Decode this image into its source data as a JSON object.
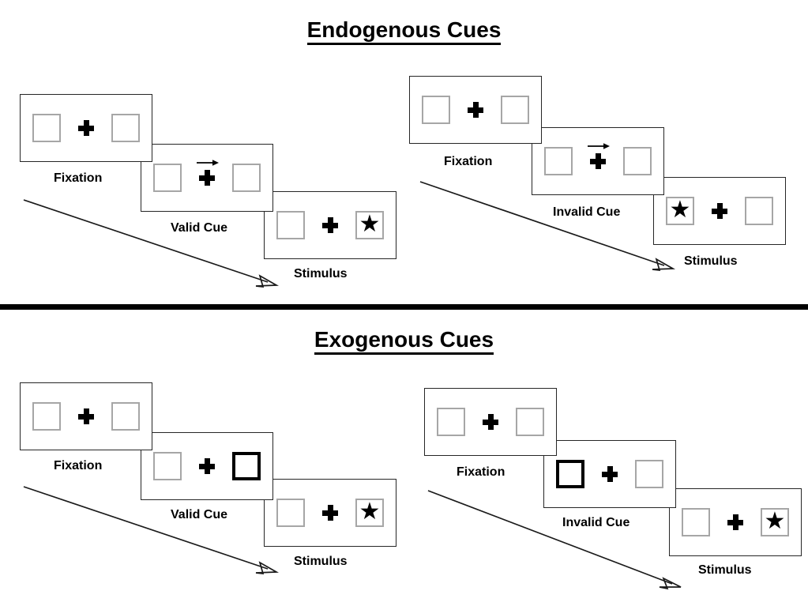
{
  "figure": {
    "title_endogenous": "Endogenous Cues",
    "title_exogenous": "Exogenous Cues",
    "colors": {
      "box_border": "#a6a6a6",
      "box_border_highlight": "#000000",
      "panel_border": "#262626",
      "ink": "#000000",
      "background": "#ffffff"
    }
  },
  "sections": [
    {
      "id": "endogenous",
      "title": "Endogenous Cues",
      "sequences": [
        {
          "id": "endogenous-valid",
          "cue_type": "Valid Cue",
          "panels": [
            {
              "label": "Fixation",
              "left_box": "empty",
              "right_box": "empty",
              "cue_arrow": "none",
              "highlight": "none"
            },
            {
              "label": "Valid Cue",
              "left_box": "empty",
              "right_box": "empty",
              "cue_arrow": "arrow-right",
              "highlight": "none"
            },
            {
              "label": "Stimulus",
              "left_box": "empty",
              "right_box": "star",
              "cue_arrow": "none",
              "highlight": "none"
            }
          ]
        },
        {
          "id": "endogenous-invalid",
          "cue_type": "Invalid Cue",
          "panels": [
            {
              "label": "Fixation",
              "left_box": "empty",
              "right_box": "empty",
              "cue_arrow": "none",
              "highlight": "none"
            },
            {
              "label": "Invalid Cue",
              "left_box": "empty",
              "right_box": "empty",
              "cue_arrow": "arrow-right",
              "highlight": "none"
            },
            {
              "label": "Stimulus",
              "left_box": "star",
              "right_box": "empty",
              "cue_arrow": "none",
              "highlight": "none"
            }
          ]
        }
      ]
    },
    {
      "id": "exogenous",
      "title": "Exogenous Cues",
      "sequences": [
        {
          "id": "exogenous-valid",
          "cue_type": "Valid Cue",
          "panels": [
            {
              "label": "Fixation",
              "left_box": "empty",
              "right_box": "empty",
              "cue_arrow": "none",
              "highlight": "none"
            },
            {
              "label": "Valid Cue",
              "left_box": "empty",
              "right_box": "empty",
              "cue_arrow": "none",
              "highlight": "right"
            },
            {
              "label": "Stimulus",
              "left_box": "empty",
              "right_box": "star",
              "cue_arrow": "none",
              "highlight": "none"
            }
          ]
        },
        {
          "id": "exogenous-invalid",
          "cue_type": "Invalid Cue",
          "panels": [
            {
              "label": "Fixation",
              "left_box": "empty",
              "right_box": "empty",
              "cue_arrow": "none",
              "highlight": "none"
            },
            {
              "label": "Invalid Cue",
              "left_box": "empty",
              "right_box": "empty",
              "cue_arrow": "none",
              "highlight": "left"
            },
            {
              "label": "Stimulus",
              "left_box": "empty",
              "right_box": "star",
              "cue_arrow": "none",
              "highlight": "none"
            }
          ]
        }
      ]
    }
  ],
  "glyphs": {
    "star": "★",
    "fixation_cross": "plus-icon",
    "cue_arrow": "arrow-right-icon",
    "flow_arrow": "diagonal-arrow-icon"
  }
}
